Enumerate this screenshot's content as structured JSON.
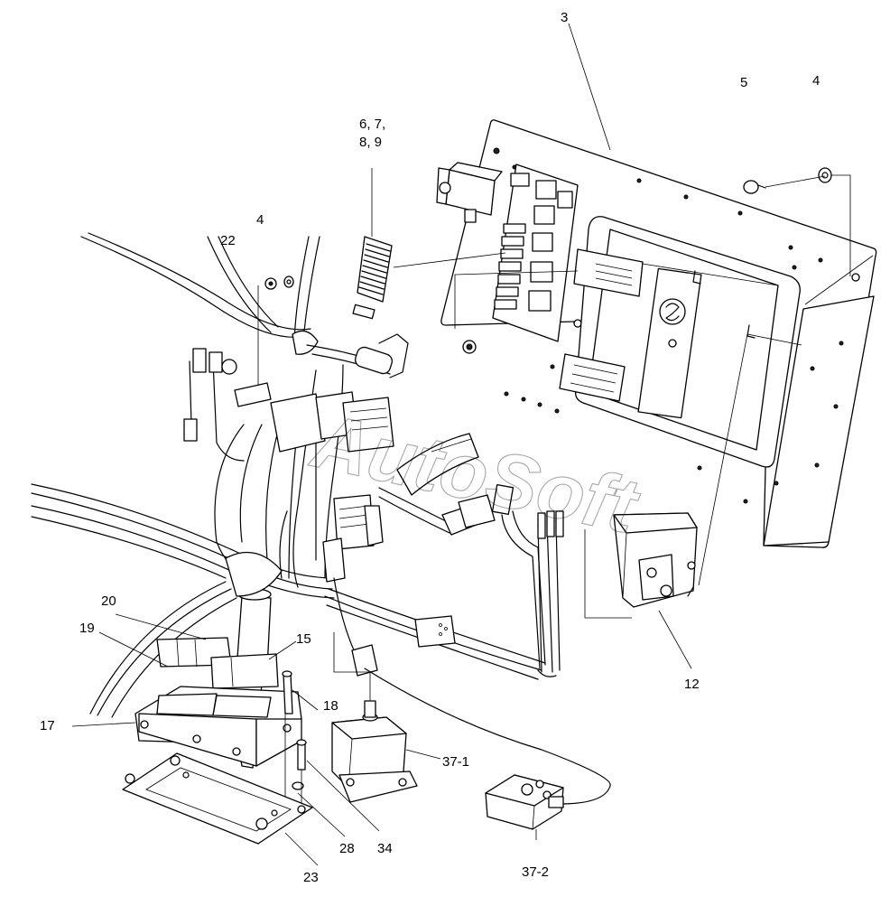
{
  "diagram": {
    "watermark": "AutoSoft",
    "callouts": [
      {
        "id": "c3",
        "text": "3"
      },
      {
        "id": "c5",
        "text": "5"
      },
      {
        "id": "c4a",
        "text": "4"
      },
      {
        "id": "c6789a",
        "text": "6, 7,"
      },
      {
        "id": "c6789b",
        "text": "8, 9"
      },
      {
        "id": "c22",
        "text": "22"
      },
      {
        "id": "c4b",
        "text": "4"
      },
      {
        "id": "c20",
        "text": "20"
      },
      {
        "id": "c19",
        "text": "19"
      },
      {
        "id": "c15",
        "text": "15"
      },
      {
        "id": "c18",
        "text": "18"
      },
      {
        "id": "c17",
        "text": "17"
      },
      {
        "id": "c12",
        "text": "12"
      },
      {
        "id": "c37-1",
        "text": "37-1"
      },
      {
        "id": "c37-2",
        "text": "37-2"
      },
      {
        "id": "c34",
        "text": "34"
      },
      {
        "id": "c28",
        "text": "28"
      },
      {
        "id": "c23",
        "text": "23"
      }
    ]
  }
}
